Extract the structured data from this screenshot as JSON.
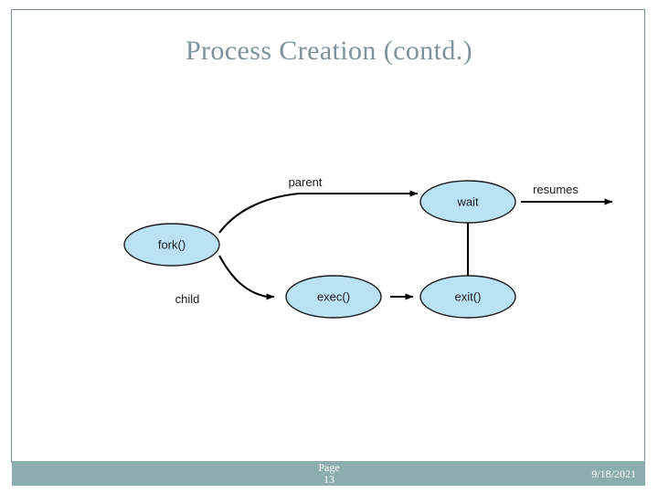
{
  "slide": {
    "title": "Process Creation (contd.)",
    "title_color": "#7d9299",
    "background_color": "#ffffff",
    "frame_color": "#7b8f95"
  },
  "diagram": {
    "type": "flow-diagram",
    "node_fill_color": "#b9e2f5",
    "node_stroke_color": "#1b1b1b",
    "edge_color": "#000000",
    "nodes": [
      {
        "id": "fork",
        "label": "fork()"
      },
      {
        "id": "exec",
        "label": "exec()"
      },
      {
        "id": "wait",
        "label": "wait"
      },
      {
        "id": "exit",
        "label": "exit()"
      }
    ],
    "edges": [
      {
        "from": "fork",
        "to": "wait",
        "label": "parent"
      },
      {
        "from": "fork",
        "to": "exec",
        "label": "child"
      },
      {
        "from": "exec",
        "to": "exit",
        "label": ""
      },
      {
        "from": "exit",
        "to": "wait",
        "label": ""
      },
      {
        "from": "wait",
        "to": "",
        "label": "resumes"
      }
    ]
  },
  "footer": {
    "band_color": "#8cadad",
    "page_word": "Page",
    "page_number": "13",
    "date": "9/18/2021",
    "text_color": "#ffffff"
  }
}
